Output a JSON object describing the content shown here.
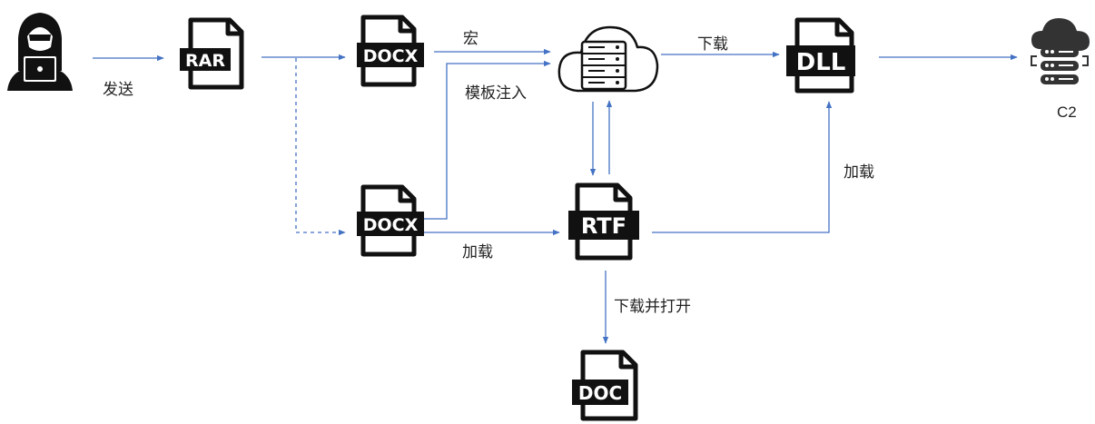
{
  "nodes": {
    "attacker": {
      "icon": "hacker-laptop-icon"
    },
    "rar": {
      "text": "RAR",
      "icon": "file-icon"
    },
    "docx_top": {
      "text": "DOCX",
      "icon": "file-icon"
    },
    "docx_bottom": {
      "text": "DOCX",
      "icon": "file-icon"
    },
    "cloud_server": {
      "icon": "cloud-server-icon"
    },
    "rtf": {
      "text": "RTF",
      "icon": "file-icon"
    },
    "dll": {
      "text": "DLL",
      "icon": "file-icon"
    },
    "doc": {
      "text": "DOC",
      "icon": "file-icon"
    },
    "c2": {
      "icon": "c2-server-icon",
      "label": "C2"
    }
  },
  "edges": {
    "send": "发送",
    "macro": "宏",
    "template_injection": "模板注入",
    "download": "下载",
    "load_rtf": "加载",
    "load_dll": "加载",
    "download_open": "下载并打开"
  },
  "colors": {
    "arrow": "#4472c4",
    "icon": "#111111"
  }
}
